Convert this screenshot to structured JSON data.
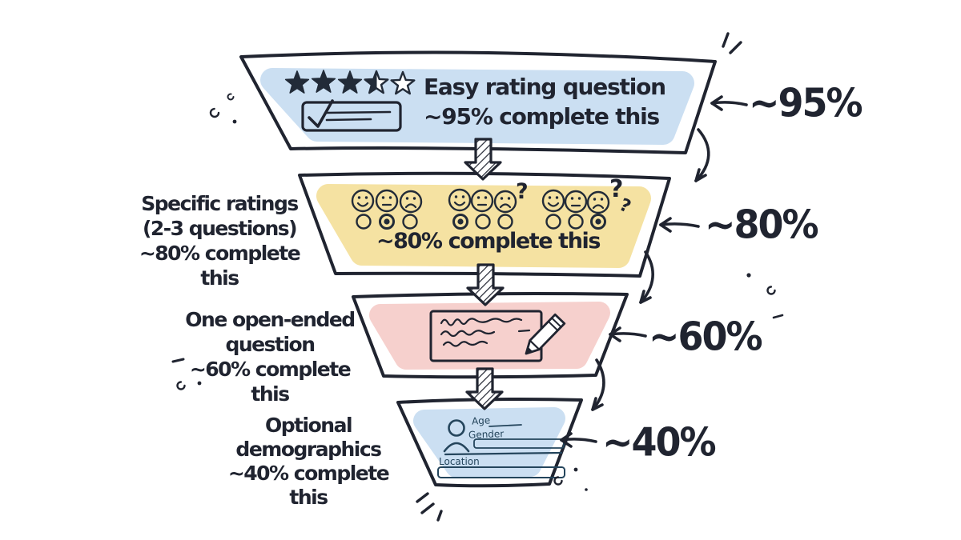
{
  "diagram": {
    "type": "funnel",
    "topic": "Survey question completion funnel (hand-drawn)",
    "tiers": [
      {
        "name": "Easy rating question",
        "completion": "~95%",
        "line1": "Easy rating question",
        "line2": "~95% complete this",
        "callout": "~95%",
        "color": "#cbdff2",
        "icons": [
          "star-rating-3.5-of-5",
          "checklist"
        ]
      },
      {
        "name": "Specific ratings (2-3 questions)",
        "completion": "~80%",
        "left1": "Specific ratings",
        "left2": "(2-3 questions)",
        "left3": "~80% complete this",
        "center": "~80% complete this",
        "callout": "~80%",
        "color": "#f5e2a2",
        "icons": [
          "emoji-scale-x3-with-radios"
        ]
      },
      {
        "name": "One open-ended question",
        "completion": "~60%",
        "left1": "One open-ended",
        "left2": "question",
        "left3": "~60% complete this",
        "callout": "~60%",
        "color": "#f6d0cd",
        "icons": [
          "open-text-box",
          "pencil"
        ]
      },
      {
        "name": "Optional demographics",
        "completion": "~40%",
        "left1": "Optional",
        "left2": "demographics",
        "left3": "~40% complete this",
        "callout": "~40%",
        "color": "#cbdff2",
        "icons": [
          "person",
          "demographics-form"
        ]
      }
    ],
    "emoji_scale_marks": {
      "q2": "?",
      "q3_large": "?",
      "q3_small": "?"
    },
    "demographics_form": {
      "age": "Age",
      "gender": "Gender",
      "location": "Location"
    },
    "colors": {
      "ink": "#202430",
      "blue": "#cbdff2",
      "yellow": "#f5e2a2",
      "pink": "#f6d0cd",
      "form_ink": "#24455c",
      "star_fill": "#222b38"
    }
  }
}
